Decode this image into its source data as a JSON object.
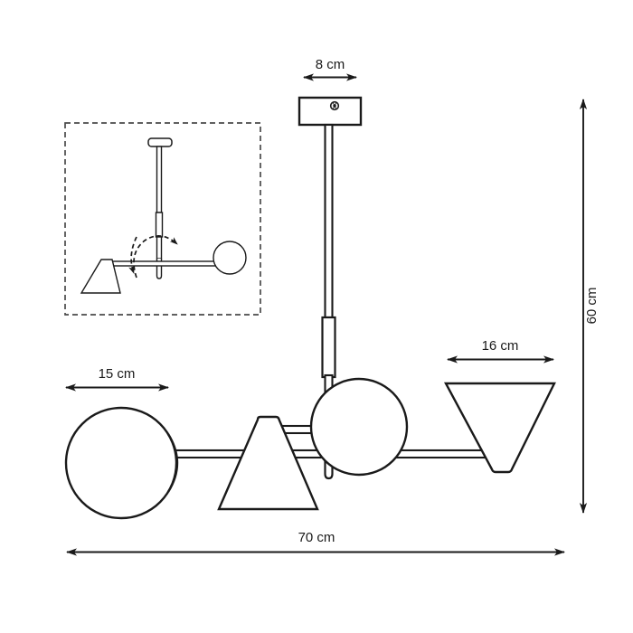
{
  "drawing": {
    "title": "Pendant light fixture technical dimension drawing",
    "background_color": "#ffffff",
    "line_color": "#1a1a1a",
    "units": "cm"
  },
  "dimensions": {
    "canopy_width": "8 cm",
    "left_sphere_diameter": "15 cm",
    "right_cone_width": "16 cm",
    "total_height": "60 cm",
    "total_width": "70 cm"
  },
  "inset": {
    "label": "side-view-rotation-detail",
    "border_style": "dashed"
  },
  "parts": {
    "ceiling_canopy": "ceiling-canopy",
    "canopy_screw": "canopy-screw",
    "vertical_stem": "vertical-stem",
    "stem_sleeve": "stem-sleeve",
    "stem_tip": "stem-tip",
    "center_sphere": "center-sphere-shade",
    "left_sphere": "left-sphere-shade",
    "middle_cone": "middle-cone-shade",
    "right_cone": "right-cone-shade",
    "horizontal_arm": "horizontal-arm",
    "upper_arm": "upper-arm"
  }
}
